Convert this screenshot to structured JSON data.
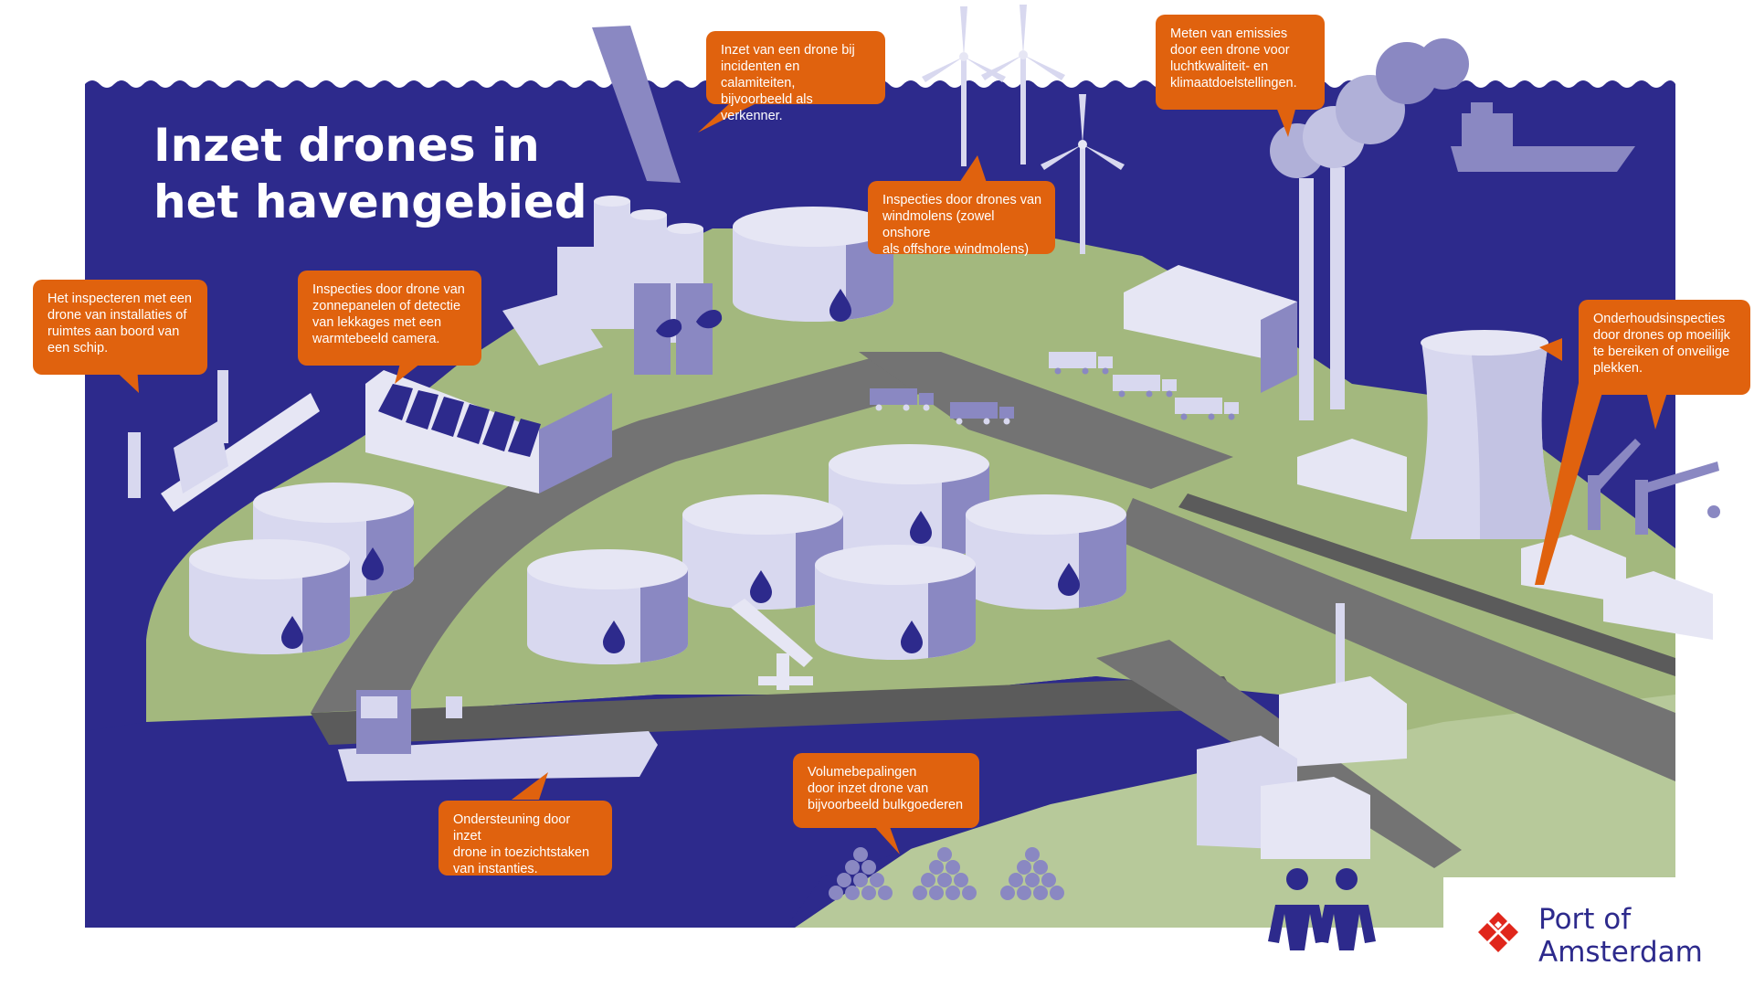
{
  "title": {
    "line1": "Inzet drones in",
    "line2": "het havengebied"
  },
  "callouts": [
    {
      "id": "incidenten",
      "lines": [
        "Inzet van een drone bij",
        "incidenten en calamiteiten,",
        "bijvoorbeeld als verkenner."
      ]
    },
    {
      "id": "emissies",
      "lines": [
        "Meten van emissies",
        "door een drone voor",
        "luchtkwaliteit- en",
        "klimaatdoelstellingen."
      ]
    },
    {
      "id": "windmolens",
      "lines": [
        "Inspecties door drones van",
        "windmolens (zowel onshore",
        "als offshore windmolens)"
      ]
    },
    {
      "id": "schip",
      "lines": [
        "Het inspecteren met een",
        "drone van installaties of",
        "ruimtes aan boord van",
        "een schip."
      ]
    },
    {
      "id": "zonnepanelen",
      "lines": [
        "Inspecties door drone van",
        "zonnepanelen of detectie",
        "van lekkages met een",
        "warmtebeeld camera."
      ]
    },
    {
      "id": "onderhoud",
      "lines": [
        "Onderhoudsinspecties",
        "door drones op moeilijk",
        "te bereiken of onveilige",
        "plekken."
      ]
    },
    {
      "id": "toezicht",
      "lines": [
        "Ondersteuning door inzet",
        "drone in toezichtstaken",
        "van instanties."
      ]
    },
    {
      "id": "volume",
      "lines": [
        "Volumebepalingen",
        "door inzet drone van",
        "bijvoorbeeld bulkgoederen"
      ]
    }
  ],
  "logo": {
    "line1": "Port of",
    "line2": "Amsterdam"
  },
  "colors": {
    "water": "#2d2a8c",
    "land": "#a3b87e",
    "road": "#737373",
    "building": "#d8d8ef",
    "building_shade": "#8a88c2",
    "callout": "#e0620e",
    "logo_red": "#e0261b"
  },
  "icons": [
    "water-drop-icon",
    "leaf-icon",
    "wind-turbine-icon",
    "truck-icon",
    "ship-icon",
    "crane-icon",
    "person-icon",
    "port-logo-icon"
  ]
}
